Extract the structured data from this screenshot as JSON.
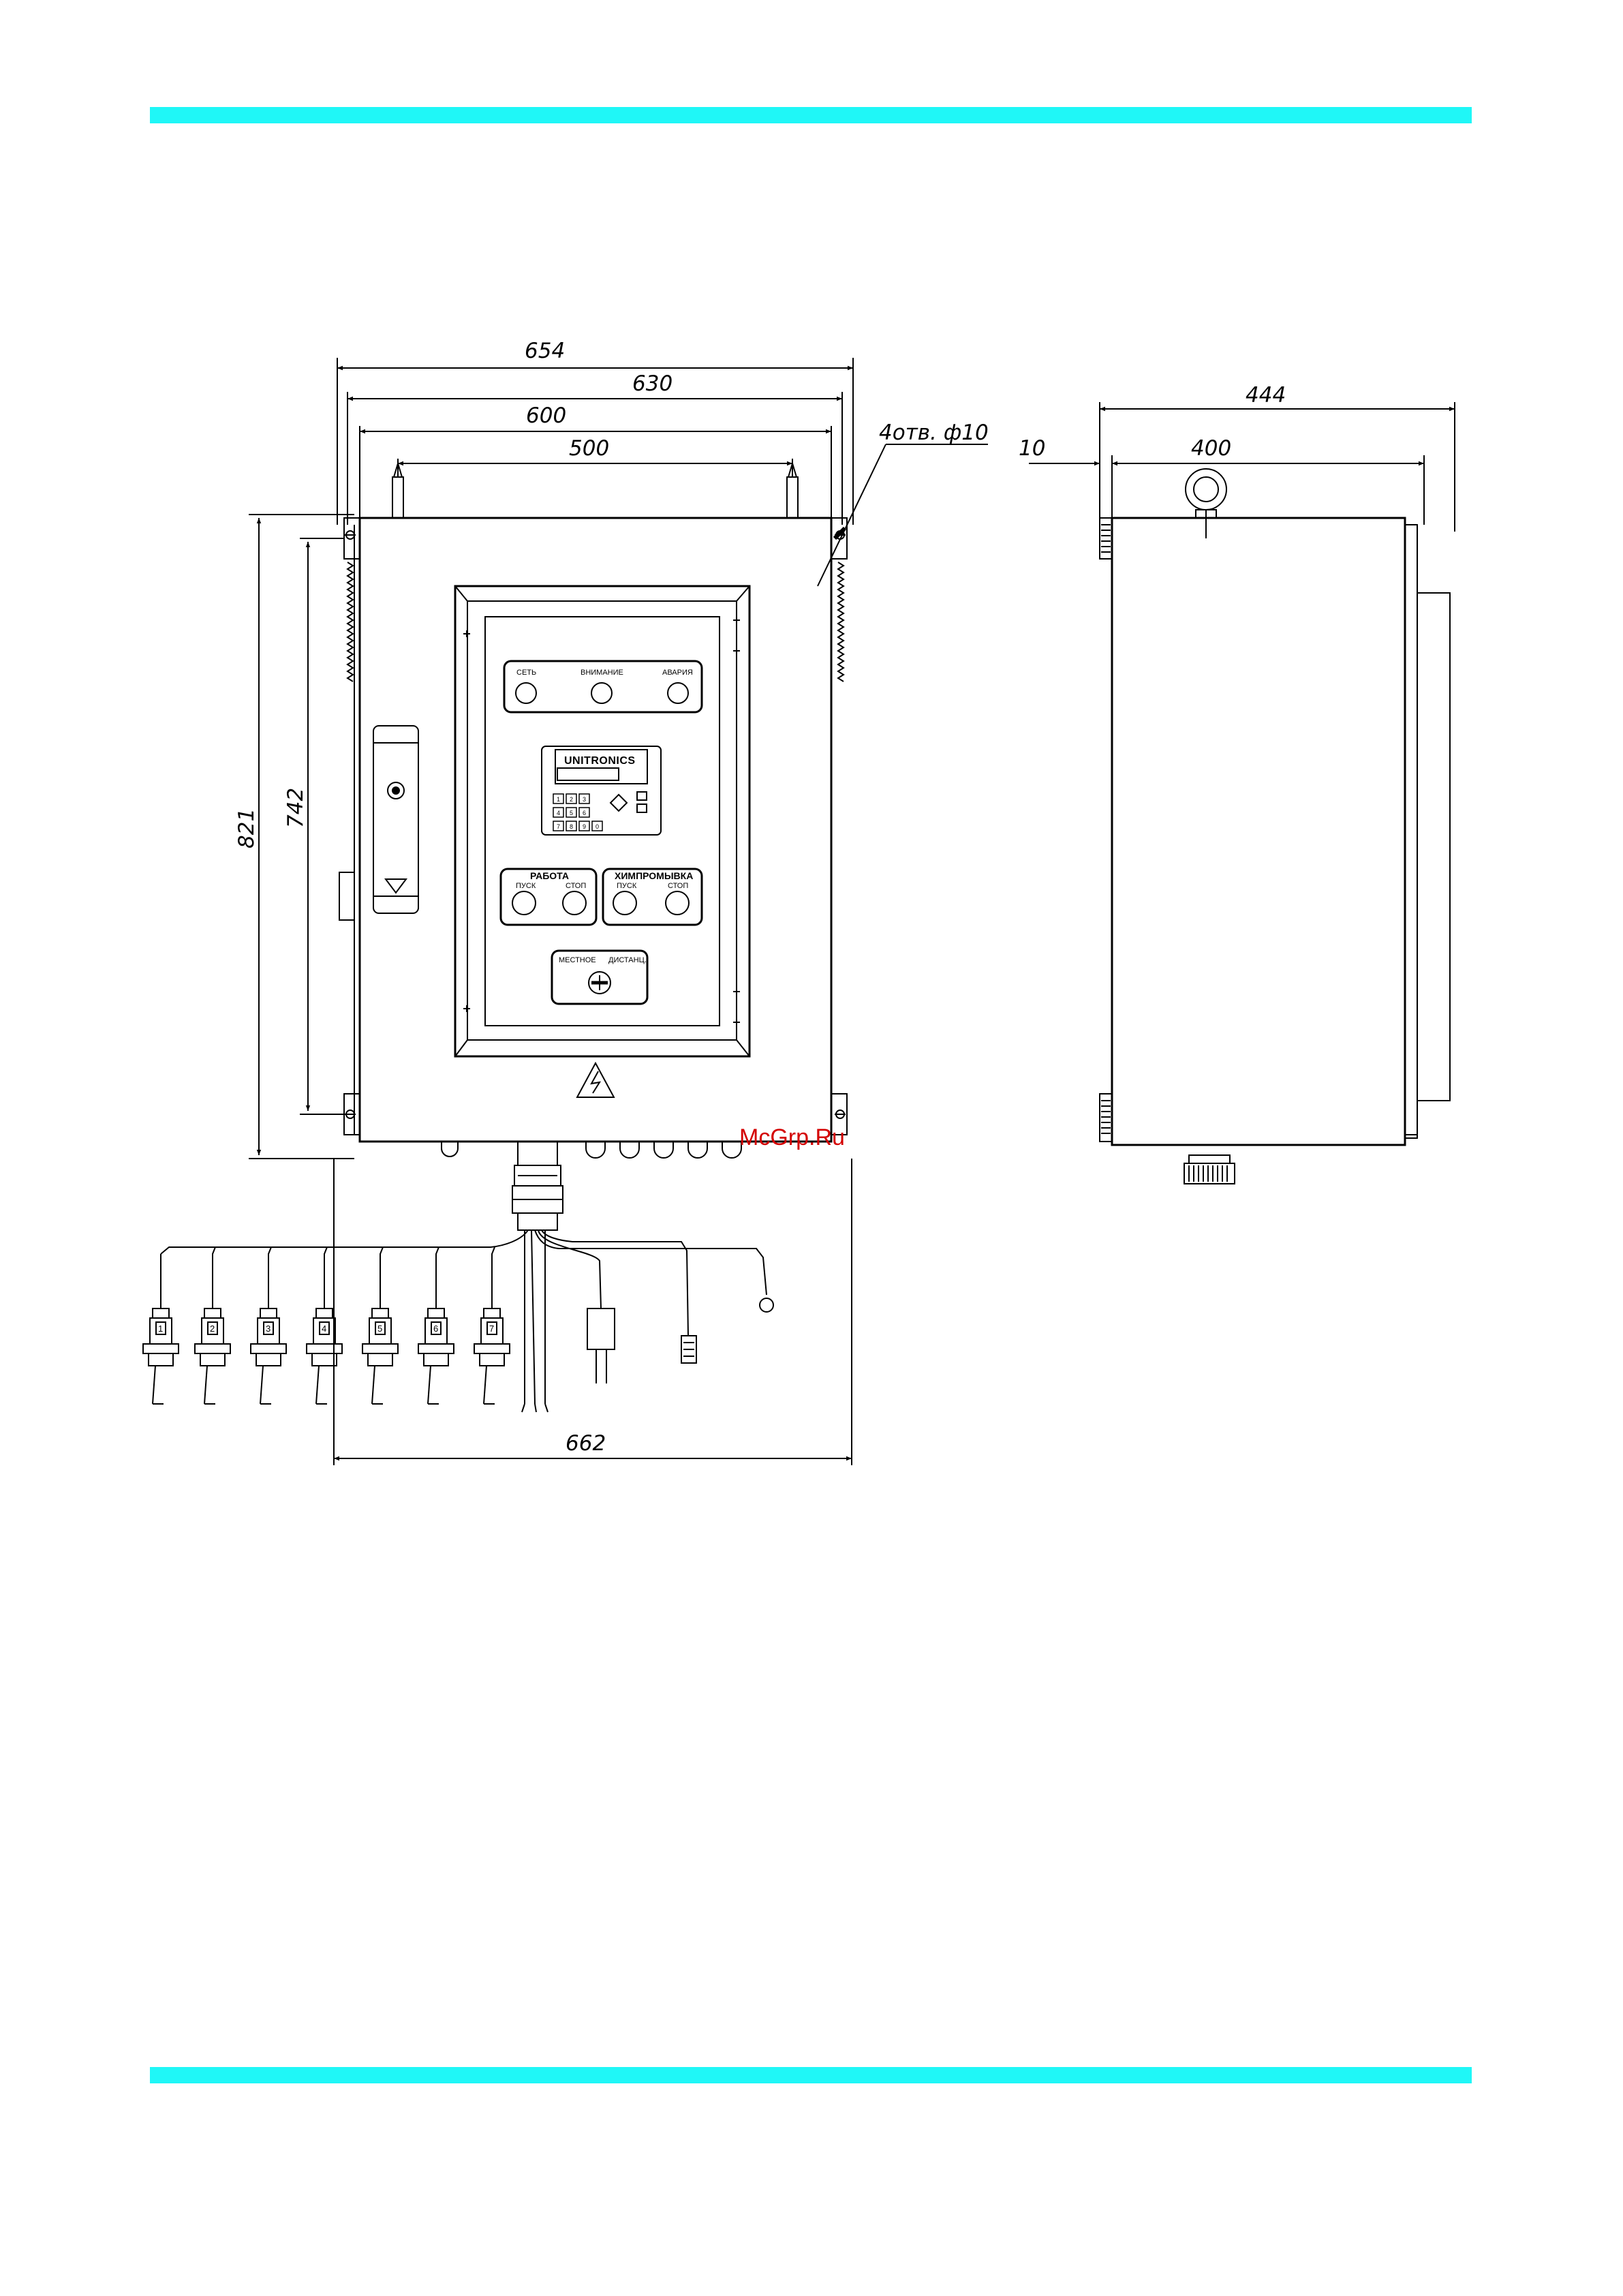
{
  "dimensions": {
    "front_width_outer": "654",
    "front_width_brackets": "630",
    "front_width_body": "600",
    "front_width_eyebolts": "500",
    "hole_note": "4отв. ф10",
    "front_height_total": "821",
    "front_height_mount": "742",
    "cable_span": "662",
    "side_depth_total": "444",
    "side_depth_body": "400",
    "side_offset": "10"
  },
  "panel": {
    "indicators": {
      "network": "СЕТЬ",
      "attention": "ВНИМАНИЕ",
      "alarm": "АВАРИЯ"
    },
    "controller_brand": "UNITRONICS",
    "keypad_keys": [
      "1",
      "2",
      "3",
      "4",
      "5",
      "6",
      "7",
      "8",
      "9",
      "0"
    ],
    "work_group": {
      "title": "РАБОТА",
      "start": "ПУСК",
      "stop": "СТОП"
    },
    "chem_group": {
      "title": "ХИМПРОМЫВКА",
      "start": "ПУСК",
      "stop": "СТОП"
    },
    "mode_group": {
      "local": "МЕСТНОЕ",
      "remote": "ДИСТАНЦ."
    }
  },
  "sensors": [
    "1",
    "2",
    "3",
    "4",
    "5",
    "6",
    "7"
  ],
  "watermark": "McGrp.Ru",
  "colors": {
    "band": "#1ff7f7",
    "watermark": "#d40000",
    "line": "#000000"
  }
}
